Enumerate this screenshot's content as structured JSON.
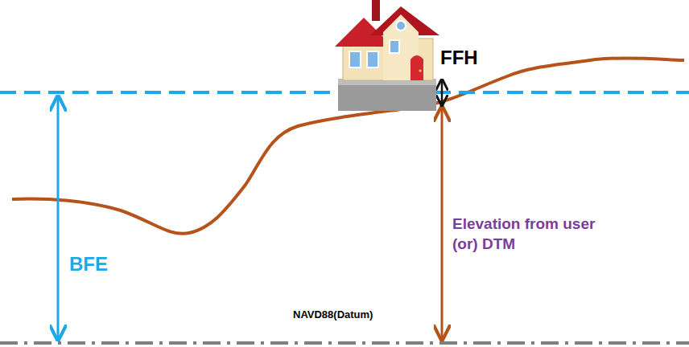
{
  "diagram": {
    "labels": [
      "FFH",
      "BFE",
      "Elevation from user (or) DTM",
      "NAVD88(Datum)"
    ]
  }
}
